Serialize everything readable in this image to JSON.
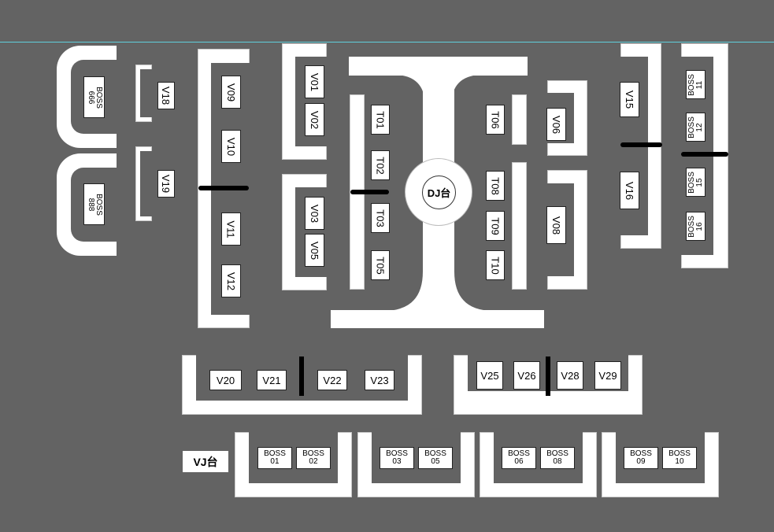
{
  "stage": {
    "dj_booth_label": "DJ台",
    "vj_booth_label": "VJ台"
  },
  "colors": {
    "background": "#636363",
    "furniture": "#ffffff",
    "divider": "#000000",
    "guide_line": "#5fd0dc"
  },
  "seats": {
    "boss_666": "BOSS\n666",
    "boss_888": "BOSS\n888",
    "v18": "V18",
    "v19": "V19",
    "v09": "V09",
    "v10": "V10",
    "v11": "V11",
    "v12": "V12",
    "v01": "V01",
    "v02": "V02",
    "v03": "V03",
    "v05": "V05",
    "t01": "T01",
    "t02": "T02",
    "t03": "T03",
    "t05": "T05",
    "t06": "T06",
    "t08": "T08",
    "t09": "T09",
    "t10": "T10",
    "v06": "V06",
    "v08": "V08",
    "v15": "V15",
    "v16": "V16",
    "boss_11": "BOSS\n11",
    "boss_12": "BOSS\n12",
    "boss_15": "BOSS\n15",
    "boss_16": "BOSS\n16",
    "v20": "V20",
    "v21": "V21",
    "v22": "V22",
    "v23": "V23",
    "v25": "V25",
    "v26": "V26",
    "v28": "V28",
    "v29": "V29",
    "boss_01": "BOSS\n01",
    "boss_02": "BOSS\n02",
    "boss_03": "BOSS\n03",
    "boss_05": "BOSS\n05",
    "boss_06": "BOSS\n06",
    "boss_08": "BOSS\n08",
    "boss_09": "BOSS\n09",
    "boss_10": "BOSS\n10"
  }
}
